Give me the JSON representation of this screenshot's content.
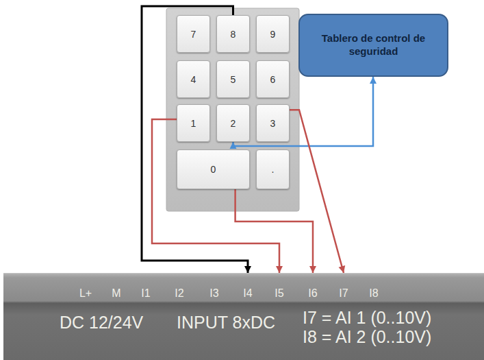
{
  "diagram": {
    "nodes": [
      {
        "text": [
          "7"
        ]
      },
      {
        "text": [
          "8"
        ]
      },
      {
        "text": [
          "9"
        ]
      },
      {
        "text": [
          "4"
        ]
      },
      {
        "text": [
          "5"
        ]
      },
      {
        "text": [
          "6"
        ]
      },
      {
        "text": [
          "1"
        ]
      },
      {
        "text": [
          "2"
        ]
      },
      {
        "text": [
          "3"
        ]
      },
      {
        "text": [
          "0"
        ]
      },
      {
        "text": [
          "."
        ]
      },
      {
        "text": [
          "Tablero de control de seguridad"
        ]
      },
      {
        "text": [
          "L+",
          "M",
          "I1",
          "I2",
          "I3",
          "I4",
          "I5",
          "I6",
          "I7",
          "I8",
          "DC 12/24V",
          "INPUT 8xDC",
          "I7 = AI 1 (0..10V)",
          "I8 = AI 2 (0..10V)"
        ]
      }
    ],
    "edges": [
      {
        "from": 7,
        "to": 11,
        "arrow": "both"
      },
      {
        "from": 1,
        "to": 12,
        "arrow": "to"
      },
      {
        "from": 6,
        "to": 12,
        "arrow": "to"
      },
      {
        "from": 9,
        "to": 12,
        "arrow": "to"
      },
      {
        "from": 8,
        "to": 12,
        "arrow": "to"
      }
    ]
  }
}
